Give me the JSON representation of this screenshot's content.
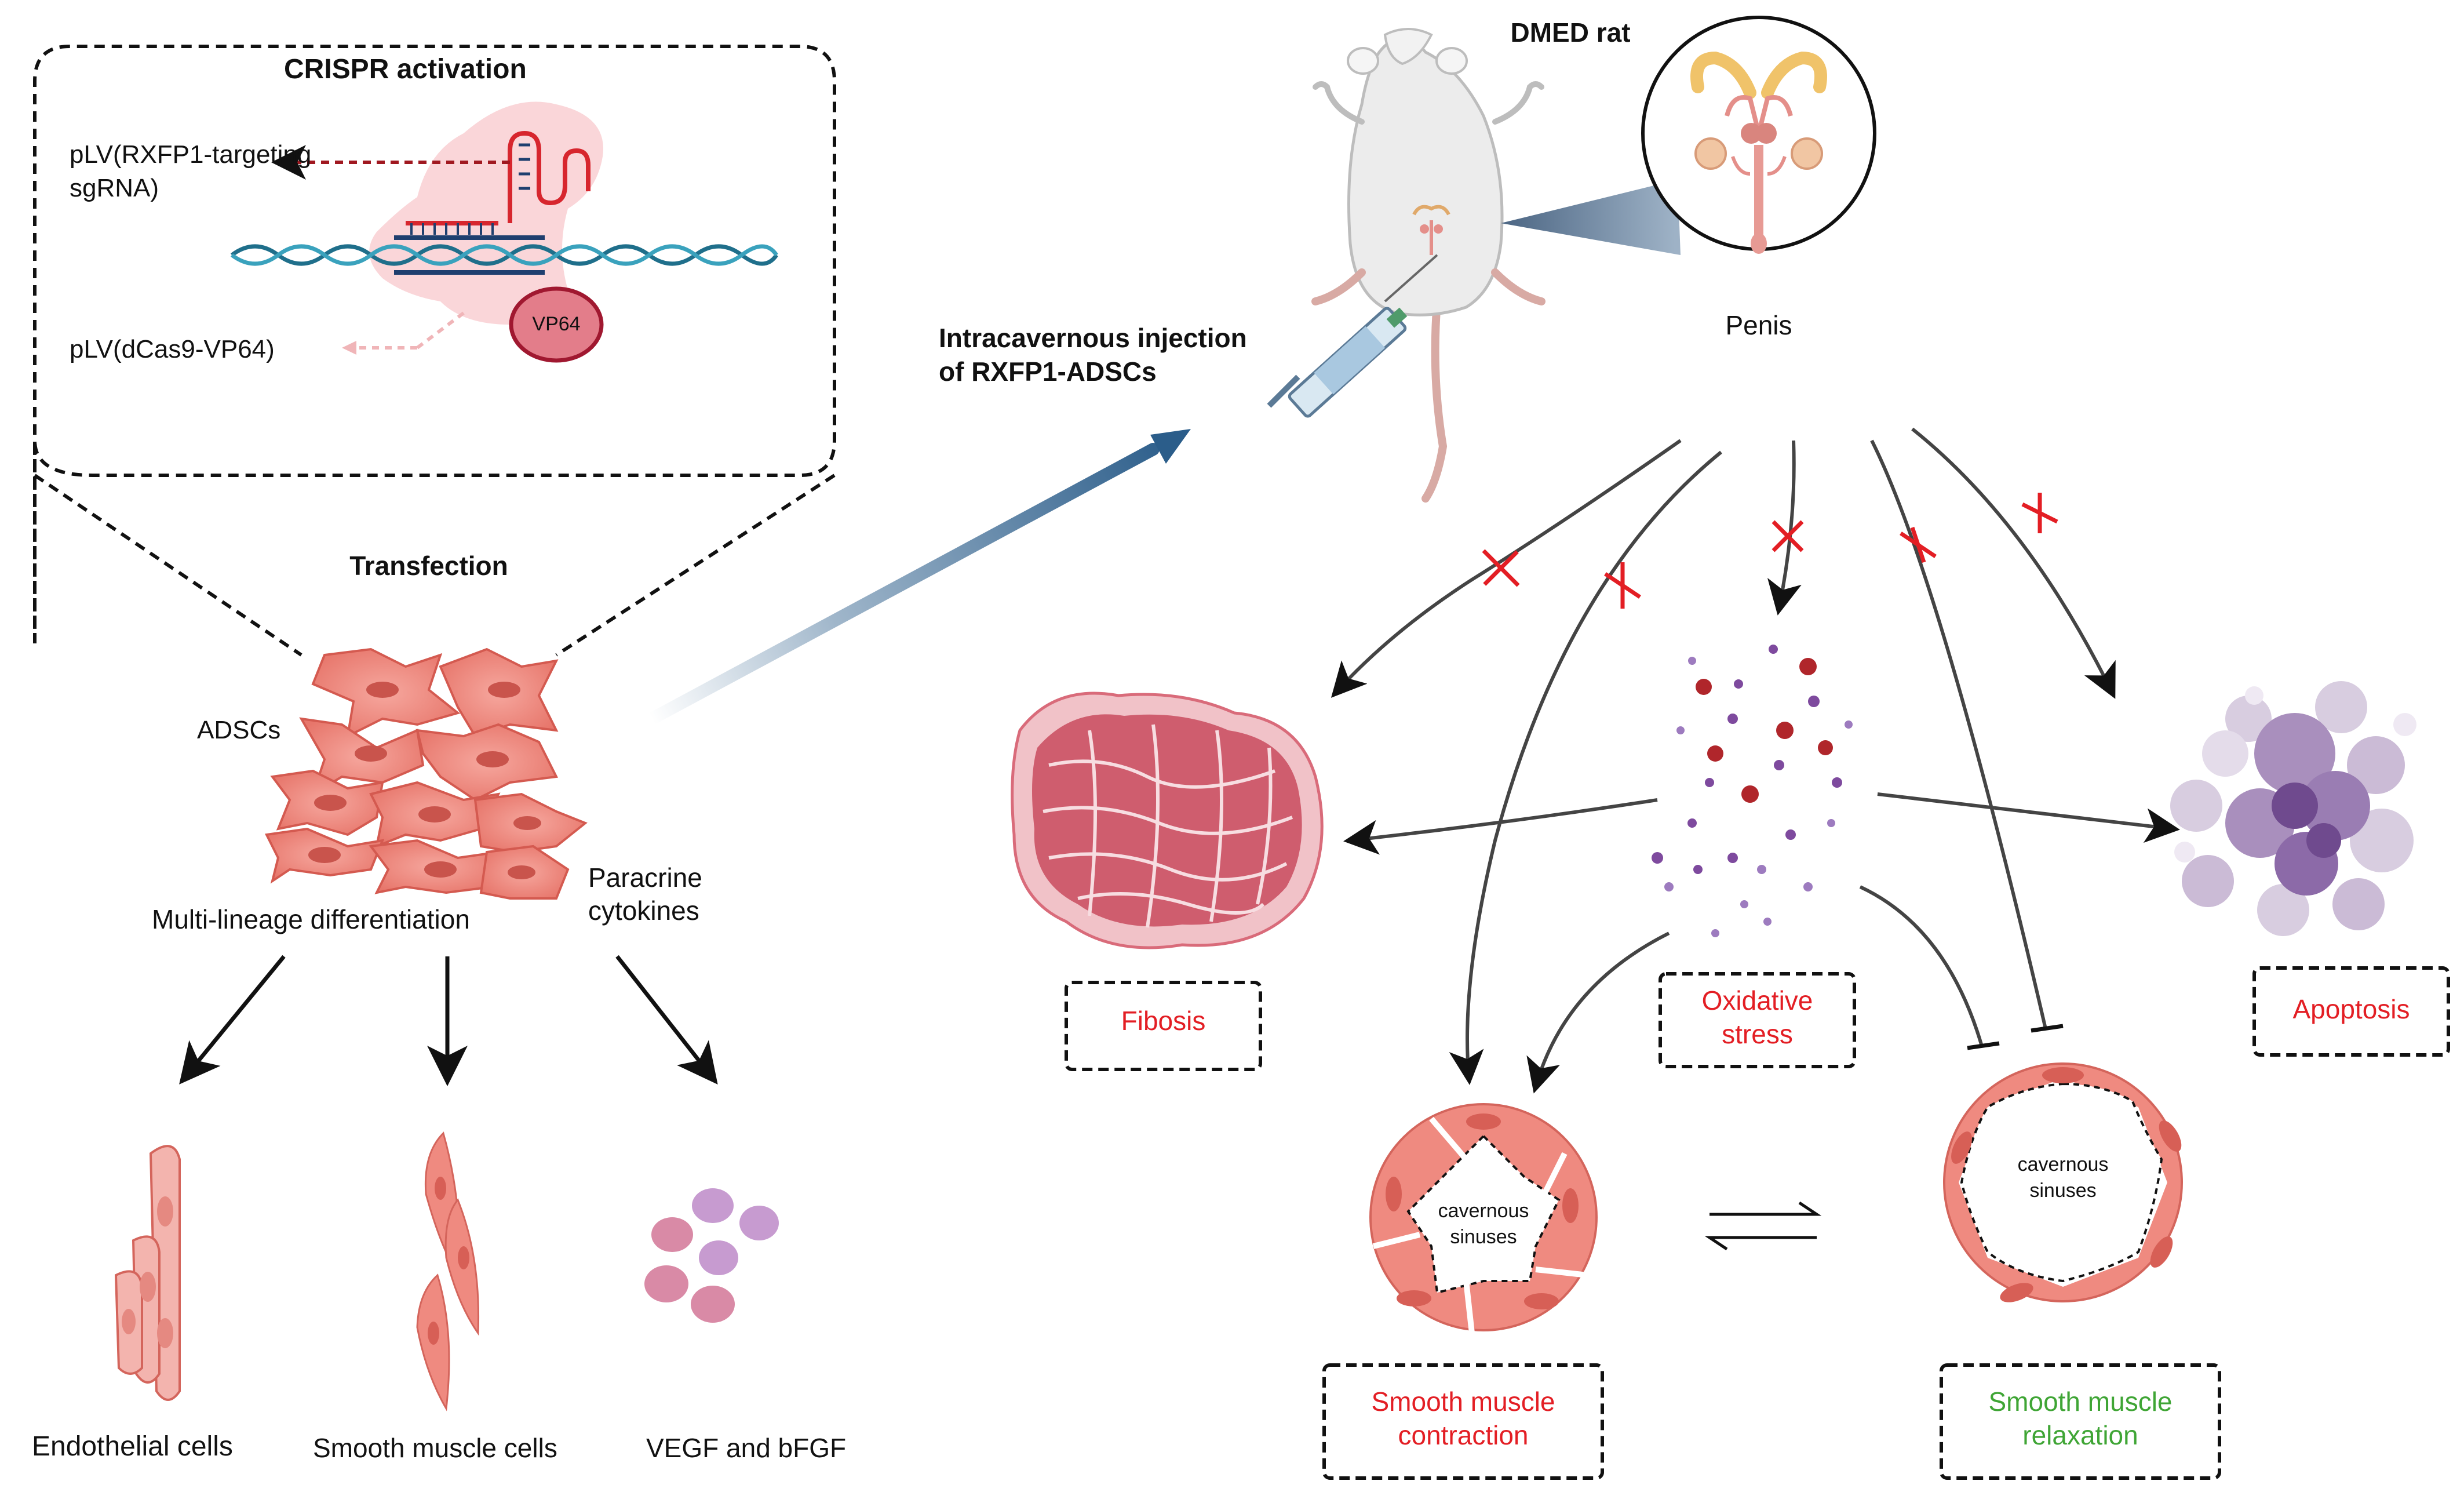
{
  "crispr": {
    "title": "CRISPR activation",
    "sgrna_plasmid": "pLV(RXFP1-targeting",
    "sgrna_plasmid_line2": "sgRNA)",
    "dcas9_plasmid": "pLV(dCas9-VP64)",
    "vp64": "VP64"
  },
  "left": {
    "transfection": "Transfection",
    "adscs": "ADSCs",
    "multi_lineage": "Multi-lineage differentiation",
    "paracrine_line1": "Paracrine",
    "paracrine_line2": "cytokines",
    "endothelial": "Endothelial cells",
    "smooth_muscle_cells": "Smooth muscle cells",
    "vegf": "VEGF and bFGF"
  },
  "injection": {
    "line1": "Intracavernous injection",
    "line2": "of RXFP1-ADSCs"
  },
  "rat": {
    "title": "DMED rat",
    "penis": "Penis"
  },
  "outcomes": {
    "fibrosis": "Fibosis",
    "oxidative_line1": "Oxidative",
    "oxidative_line2": "stress",
    "apoptosis": "Apoptosis",
    "cavernous_line1": "cavernous",
    "cavernous_line2": "sinuses",
    "contraction_line1": "Smooth muscle",
    "contraction_line2": "contraction",
    "relaxation_line1": "Smooth muscle",
    "relaxation_line2": "relaxation"
  },
  "colors": {
    "label_red": "#e31e24",
    "label_green": "#3fa535",
    "cell_salmon": "#ef8a80",
    "arrow_blue": "#2b5d8a"
  }
}
